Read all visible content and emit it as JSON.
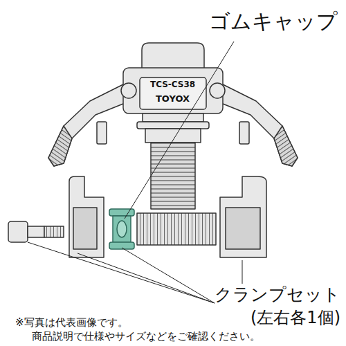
{
  "diagram": {
    "labels": [
      "ゴムキャップ",
      "TCS-CS38",
      "TOYOX",
      "クランプセット",
      "(左右各1個)",
      "※写真は代表画像です。",
      "商品説明で仕様やサイズなどをご確認ください。"
    ]
  }
}
